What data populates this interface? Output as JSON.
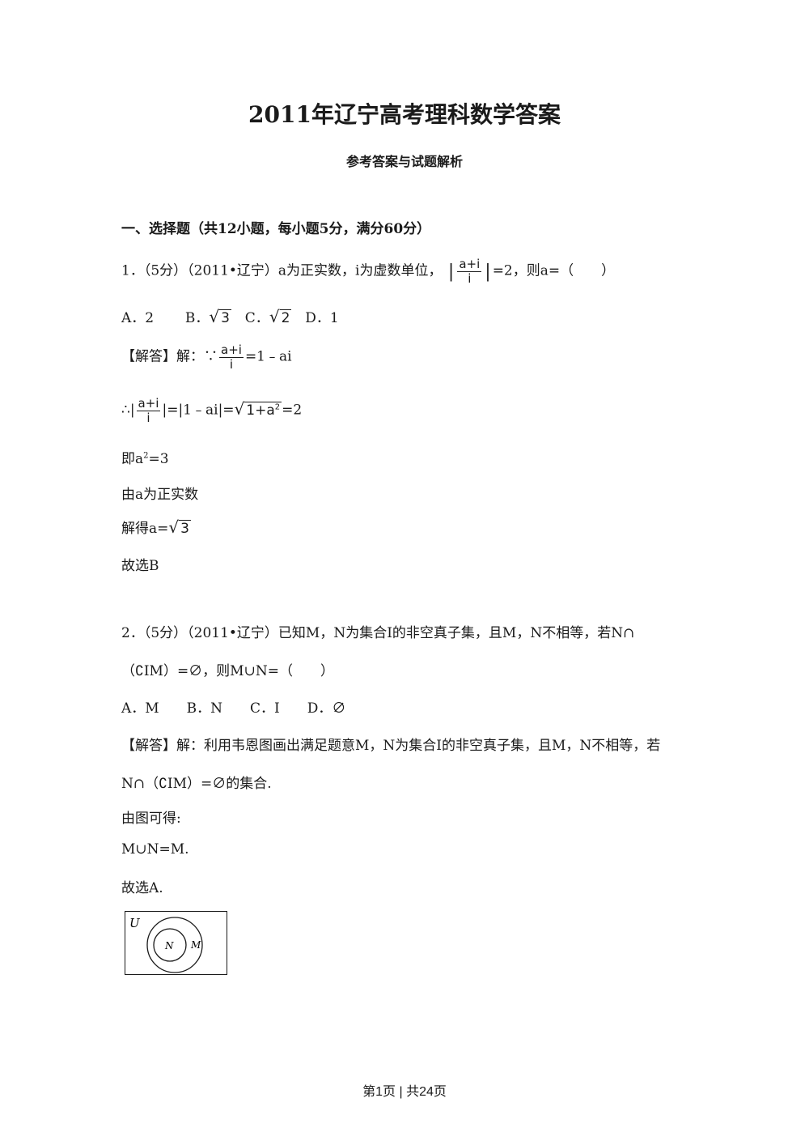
{
  "doc": {
    "title": "2011年辽宁高考理科数学答案",
    "subtitle": "参考答案与试题解析",
    "section": "一、选择题（共12小题，每小题5分，满分60分）"
  },
  "q1": {
    "stem_pre": "1．（5分）（2011•辽宁）a为正实数，i为虚数单位，",
    "frac_num": "a+i",
    "frac_den": "i",
    "stem_post": "=2，则a=（　　）",
    "opt_a": "A．2",
    "opt_b_label": "B．",
    "opt_b_rad": "3",
    "opt_c_label": "C．",
    "opt_c_rad": "2",
    "opt_d": "D．1",
    "sol_label": "【解答】解：∵",
    "sol_eq1": "=1﹣ai",
    "sol2_pre": "∴|",
    "sol2_mid": "|=|1﹣ai|=",
    "sol2_rad_base": "1+a",
    "sol2_rad_exp": "2",
    "sol2_post": "=2",
    "line3_text": "即a",
    "line3_exp": "2",
    "line3_post": "=3",
    "line4": "由a为正实数",
    "line5_pre": "解得a=",
    "line5_rad": "3",
    "line6": "故选B"
  },
  "q2": {
    "stem_line1": "2．（5分）（2011•辽宁）已知M，N为集合I的非空真子集，且M，N不相等，若N∩",
    "stem_line2": "（∁IM）=∅，则M∪N=（　　）",
    "options": "A．M　　B．N　　C．I　　D．∅",
    "sol_line1": "【解答】解：利用韦恩图画出满足题意M，N为集合I的非空真子集，且M，N不相等，若",
    "sol_line2": "N∩（∁IM）=∅的集合.",
    "sol_line3": "由图可得:",
    "sol_line4": "M∪N=M.",
    "sol_line5": "故选A.",
    "venn_u": "U",
    "venn_n": "N",
    "venn_m": "M"
  },
  "footer": "第1页 | 共24页"
}
